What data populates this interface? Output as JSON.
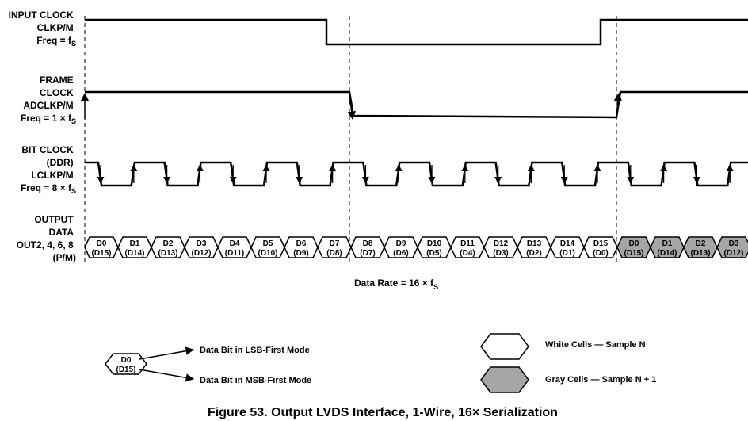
{
  "signals": {
    "input_clock": {
      "lines": [
        "INPUT CLOCK",
        "CLKP/M"
      ],
      "freq_prefix": "Freq = f",
      "freq_sub": "S"
    },
    "frame_clock": {
      "lines": [
        "FRAME",
        "CLOCK",
        "ADCLKP/M"
      ],
      "freq_prefix": "Freq = 1 × f",
      "freq_sub": "S"
    },
    "bit_clock": {
      "lines": [
        "BIT CLOCK",
        "(DDR)",
        "LCLKP/M"
      ],
      "freq_prefix": "Freq = 8 × f",
      "freq_sub": "S"
    },
    "output_data": {
      "lines": [
        "OUTPUT",
        "DATA",
        "OUT2, 4, 6, 8",
        "(P/M)"
      ]
    }
  },
  "data_cells": [
    {
      "top": "D0",
      "bottom": "(D15)",
      "shade": "white"
    },
    {
      "top": "D1",
      "bottom": "(D14)",
      "shade": "white"
    },
    {
      "top": "D2",
      "bottom": "(D13)",
      "shade": "white"
    },
    {
      "top": "D3",
      "bottom": "(D12)",
      "shade": "white"
    },
    {
      "top": "D4",
      "bottom": "(D11)",
      "shade": "white"
    },
    {
      "top": "D5",
      "bottom": "(D10)",
      "shade": "white"
    },
    {
      "top": "D6",
      "bottom": "(D9)",
      "shade": "white"
    },
    {
      "top": "D7",
      "bottom": "(D8)",
      "shade": "white"
    },
    {
      "top": "D8",
      "bottom": "(D7)",
      "shade": "white"
    },
    {
      "top": "D9",
      "bottom": "(D6)",
      "shade": "white"
    },
    {
      "top": "D10",
      "bottom": "(D5)",
      "shade": "white"
    },
    {
      "top": "D11",
      "bottom": "(D4)",
      "shade": "white"
    },
    {
      "top": "D12",
      "bottom": "(D3)",
      "shade": "white"
    },
    {
      "top": "D13",
      "bottom": "(D2)",
      "shade": "white"
    },
    {
      "top": "D14",
      "bottom": "(D1)",
      "shade": "white"
    },
    {
      "top": "D15",
      "bottom": "(D0)",
      "shade": "white"
    },
    {
      "top": "D0",
      "bottom": "(D15)",
      "shade": "gray"
    },
    {
      "top": "D1",
      "bottom": "(D14)",
      "shade": "gray"
    },
    {
      "top": "D2",
      "bottom": "(D13)",
      "shade": "gray"
    },
    {
      "top": "D3",
      "bottom": "(D12)",
      "shade": "gray"
    }
  ],
  "data_rate": {
    "prefix": "Data Rate = 16 × f",
    "sub": "S"
  },
  "legend": {
    "example_top": "D0",
    "example_bottom": "(D15)",
    "lsb_label": "Data Bit in LSB-First Mode",
    "msb_label": "Data Bit in MSB-First Mode",
    "white_label": "White Cells — Sample N",
    "gray_label": "Gray Cells — Sample N + 1"
  },
  "caption": "Figure 53.  Output LVDS Interface, 1-Wire, 16× Serialization",
  "colors": {
    "line": "#000000",
    "gray_cell": "#a6a6a6",
    "white_cell": "#ffffff"
  }
}
